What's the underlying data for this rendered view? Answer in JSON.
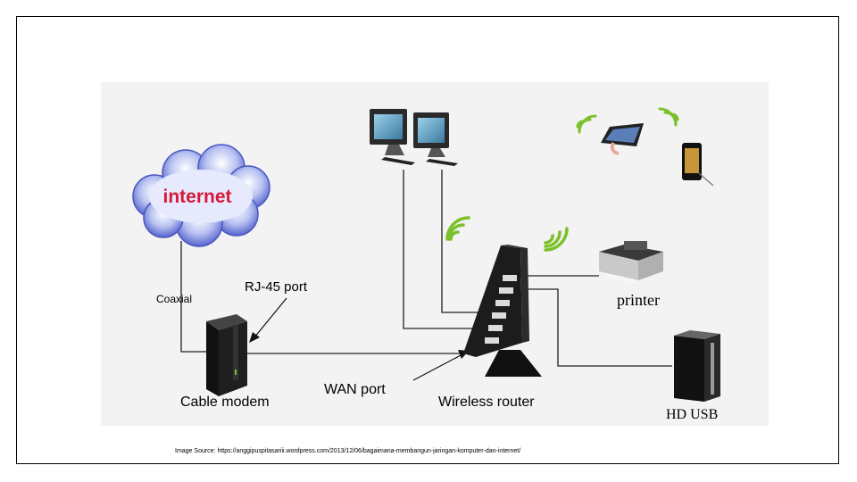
{
  "diagram": {
    "cloud_text": "internet",
    "labels": {
      "coaxial": "Coaxial",
      "rj45_port": "RJ-45 port",
      "cable_modem": "Cable modem",
      "wan_port": "WAN port",
      "wireless_router": "Wireless router",
      "printer": "printer",
      "hd_usb": "HD USB"
    },
    "devices": [
      "internet-cloud",
      "cable-modem",
      "wireless-router",
      "desktop-computer",
      "desktop-computer",
      "tablet",
      "smartphone",
      "printer",
      "external-hard-drive"
    ],
    "icons": [
      "wifi-signal-icon"
    ],
    "colors": {
      "cloud_blue": "#6a78d8",
      "cloud_text": "#d8193a",
      "wifi_green": "#7cc02c",
      "device_black": "#1a1a1a"
    }
  },
  "footer": {
    "source": "Image Source: https://anggipuspitasariii.wordpress.com/2013/12/06/bagaimana-membangun-jaringan-komputer-dan-internet/"
  }
}
